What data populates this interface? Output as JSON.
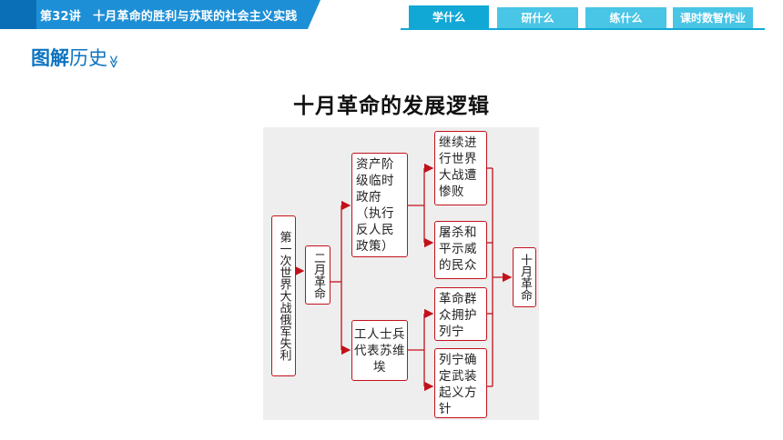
{
  "header": {
    "lesson_title": "第32讲　十月革命的胜利与苏联的社会主义实践",
    "tabs": [
      {
        "label": "学什么",
        "active": true
      },
      {
        "label": "研什么",
        "active": false
      },
      {
        "label": "练什么",
        "active": false
      },
      {
        "label": "课时数智作业",
        "active": false
      }
    ]
  },
  "section": {
    "strong": "图解",
    "light": "历史",
    "chevron": "≫"
  },
  "diagram": {
    "title": "十月革命的发展逻辑",
    "nodes": {
      "root": "第一次世界大战俄军失利",
      "february": "二月革命",
      "provisional": "资产阶级临时政府（执行反人民政策）",
      "soviet": "工人士兵代表苏维埃",
      "continue_war": "继续进行世界大战遭惨败",
      "massacre": "屠杀和平示威的民众",
      "support_lenin": "革命群众拥护列宁",
      "armed_uprising": "列宁确定武装起义方针",
      "october": "十月革命"
    }
  },
  "colors": {
    "node_border": "#c3111b",
    "arrow": "#c3111b",
    "brand": "#0d73c0",
    "tab": "#49c5e6"
  }
}
